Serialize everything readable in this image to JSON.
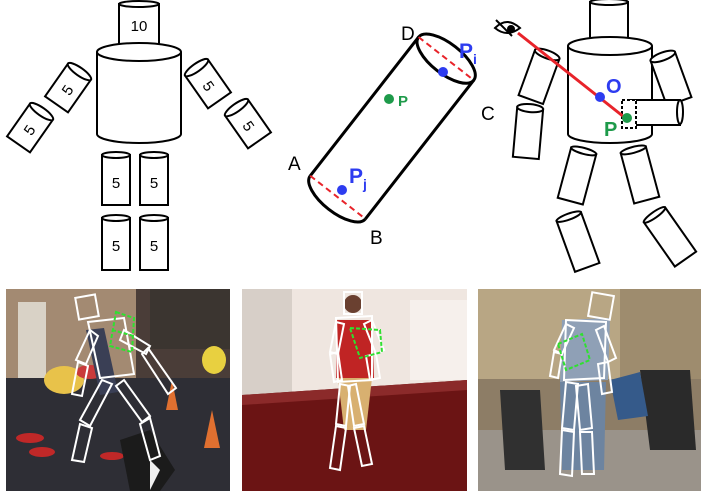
{
  "panel_model": {
    "head_weight": "10",
    "limb_weight": "5"
  },
  "panel_cylinder": {
    "corner_a": "A",
    "corner_b": "B",
    "corner_c": "C",
    "corner_d": "D",
    "point_p": "P",
    "point_pi_base": "P",
    "point_pi_sub": "i",
    "point_pj_base": "P",
    "point_pj_sub": "j"
  },
  "panel_view": {
    "origin_label": "O",
    "point_p": "P"
  },
  "colors": {
    "outline": "#000000",
    "joint_blue": "#2d3cf0",
    "point_green": "#1e9a4a",
    "axis_red": "#e8232a",
    "overlay_white": "#ffffff",
    "overlay_green": "#2fe030"
  }
}
